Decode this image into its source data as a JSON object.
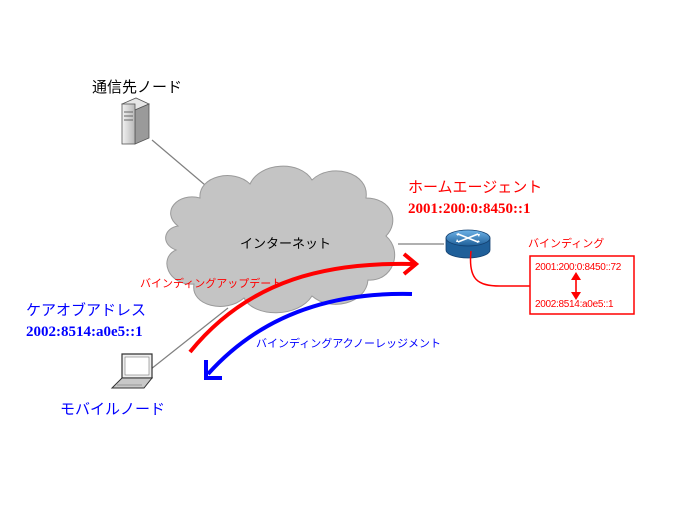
{
  "nodes": {
    "correspondent": {
      "label": "通信先ノード"
    },
    "internet": {
      "label": "インターネット"
    },
    "home_agent": {
      "label": "ホームエージェント",
      "address": "2001:200:0:8450::1"
    },
    "mobile_node": {
      "label": "モバイルノード"
    },
    "care_of": {
      "label": "ケアオブアドレス",
      "address": "2002:8514:a0e5::1"
    }
  },
  "binding": {
    "label": "バインディング",
    "home_address": "2001:200:0:8450::72",
    "care_of_address": "2002:8514:a0e5::1"
  },
  "messages": {
    "binding_update": "バインディングアップデート",
    "binding_ack": "バインディングアクノーレッジメント"
  },
  "colors": {
    "red": "#ff0000",
    "blue": "#0000ff",
    "cloud_fill": "#c0c0c0",
    "link_gray": "#808080"
  },
  "icons": {
    "server": "server-icon",
    "router": "router-icon",
    "laptop": "laptop-icon",
    "cloud": "cloud-icon"
  }
}
